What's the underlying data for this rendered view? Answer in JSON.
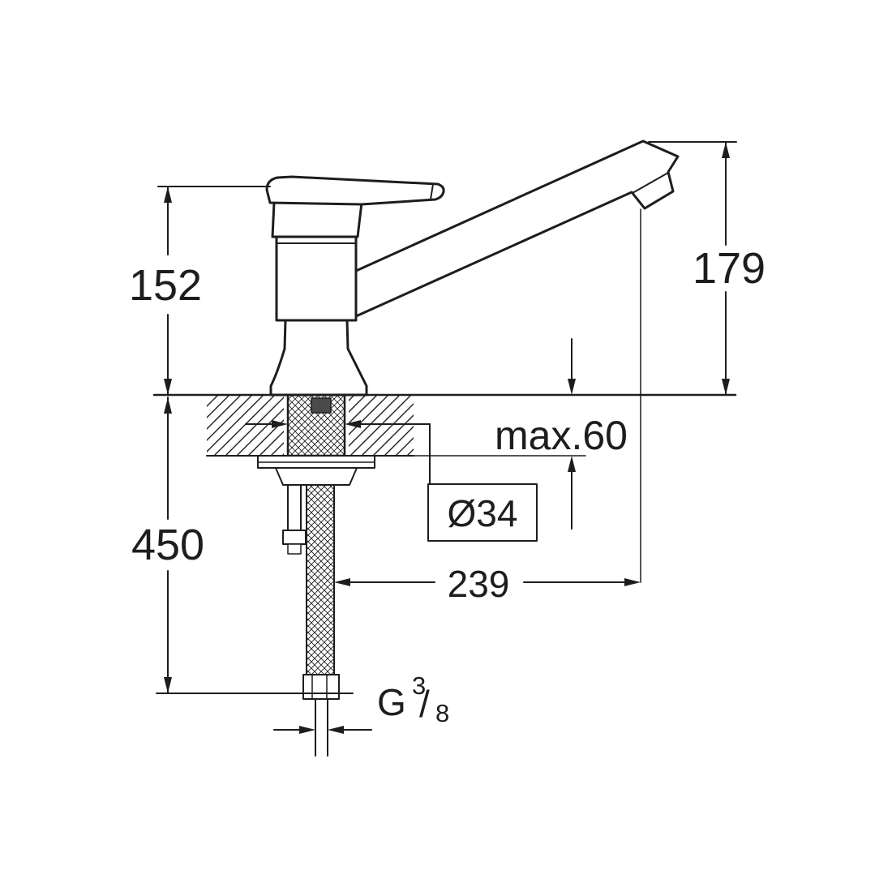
{
  "diagram": {
    "dimensions": {
      "height_above_deck": "152",
      "depth_below_deck": "450",
      "spout_height": "179",
      "max_deck_thickness": "max.60",
      "hole_diameter": "Ø34",
      "spout_reach": "239"
    },
    "thread": {
      "prefix": "G",
      "numerator": "3",
      "slash": "/",
      "denominator": "8"
    },
    "colors": {
      "line": "#1d1d1d",
      "background": "#ffffff"
    }
  }
}
